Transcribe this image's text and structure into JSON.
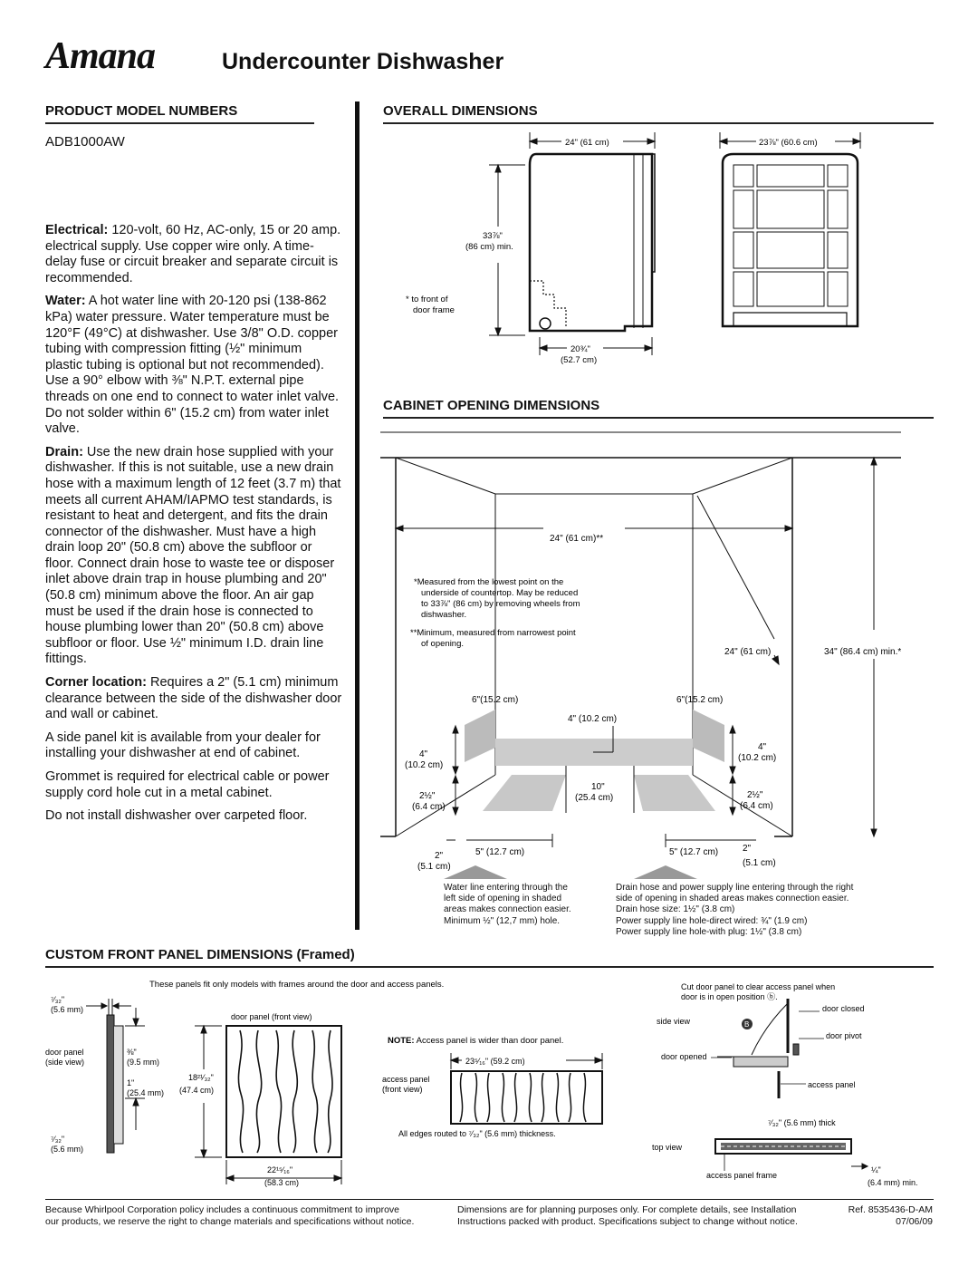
{
  "header": {
    "logo": "Amana",
    "title": "Undercounter Dishwasher"
  },
  "model_section": {
    "heading": "PRODUCT MODEL NUMBERS",
    "model": "ADB1000AW"
  },
  "specs": {
    "electrical_label": "Electrical:",
    "electrical_text": " 120-volt, 60 Hz, AC-only, 15 or 20 amp. electrical supply. Use copper wire only. A time-delay fuse or circuit breaker and separate circuit is recommended.",
    "water_label": "Water:",
    "water_text": " A hot water line with 20-120 psi (138-862 kPa) water pressure. Water temperature must be 120°F (49°C) at dishwasher. Use 3/8\" O.D. copper tubing with compression fitting (½\" minimum plastic tubing is optional but not recommended). Use a 90° elbow with ⅜\" N.P.T. external pipe threads on one end to connect to water inlet valve. Do not solder within 6\" (15.2 cm) from water inlet valve.",
    "drain_label": "Drain:",
    "drain_text": " Use the new drain hose supplied with your dishwasher. If this is not suitable, use a new drain hose with a maximum length of 12 feet (3.7 m) that meets all current AHAM/IAPMO test standards, is resistant to heat and detergent, and fits the drain connector of the dishwasher. Must have a high drain loop 20\" (50.8 cm) above the subfloor or floor. Connect drain hose to waste tee or disposer inlet above drain trap in house plumbing and 20\" (50.8 cm) minimum above the floor. An air gap must be used if the drain hose is connected to house plumbing lower than 20\" (50.8 cm) above subfloor or floor. Use ½\" minimum I.D. drain line fittings.",
    "corner_label": "Corner location:",
    "corner_text": " Requires a 2\" (5.1 cm) minimum clearance between the side of the dishwasher door and wall or cabinet.",
    "side_panel": "A side panel kit is available from your dealer for installing your dishwasher at end of cabinet.",
    "grommet": "Grommet is required for electrical cable or power supply cord hole cut in a metal cabinet.",
    "carpet": "Do not install dishwasher over carpeted floor."
  },
  "overall": {
    "heading": "OVERALL DIMENSIONS",
    "depth": "24\" (61 cm)",
    "width": "23⅞\" (60.6 cm)",
    "height_1": "33⅞\"",
    "height_2": "(86 cm) min.",
    "front_note_1": "* to front of",
    "front_note_2": "door frame",
    "door_1": "20¾\"",
    "door_2": "(52.7 cm)"
  },
  "cabinet": {
    "heading": "CABINET OPENING DIMENSIONS",
    "width_opening": "24\" (61 cm)**",
    "note1": [
      "*Measured from the lowest point on the",
      "underside of countertop. May be reduced",
      "to 33⅞\" (86 cm) by removing wheels from",
      "dishwasher."
    ],
    "note2": [
      "**Minimum, measured from narrowest point",
      "of opening."
    ],
    "depth": "24\" (61 cm)",
    "height": "34\" (86.4 cm) min.*",
    "left_6": "6\"(15.2 cm)",
    "right_6": "6\"(15.2 cm)",
    "center_4": "4\" (10.2 cm)",
    "left_4a": "4\"",
    "left_4b": "(10.2 cm)",
    "right_4a": "4\"",
    "right_4b": "(10.2 cm)",
    "left_25a": "2½\"",
    "left_25b": "(6.4 cm)",
    "right_25a": "2½\"",
    "right_25b": "(6.4 cm)",
    "ten_a": "10\"",
    "ten_b": "(25.4 cm)",
    "left_5": "5\" (12.7 cm)",
    "right_5": "5\" (12.7 cm)",
    "left_2a": "2\"",
    "left_2b": "(5.1 cm)",
    "right_2a": "2\"",
    "right_2b": "(5.1 cm)",
    "water_note": [
      "Water line entering through the",
      "left side of opening in shaded",
      "areas makes connection easier.",
      "Minimum ½\" (12,7 mm) hole."
    ],
    "drain_note": [
      "Drain hose and power supply line entering through the right",
      "side of opening in shaded areas makes connection easier.",
      "Drain hose size: 1½\" (3.8 cm)",
      "Power supply line hole-direct wired: ¾\" (1.9 cm)",
      "Power supply line hole-with plug: 1½\" (3.8 cm)"
    ]
  },
  "custom": {
    "heading": "CUSTOM FRONT PANEL DIMENSIONS (Framed)",
    "intro": "These panels fit only models with frames around the door and access panels.",
    "t1a": "⁷⁄₃₂\"",
    "t1b": "(5.6 mm)",
    "door_side_a": "door panel",
    "door_side_b": "(side view)",
    "d38a": "⅜\"",
    "d38b": "(9.5 mm)",
    "d1a": "1\"",
    "d1b": "(25.4 mm)",
    "t2a": "⁷⁄₃₂\"",
    "t2b": "(5.6 mm)",
    "door_front": "door panel (front view)",
    "h_a": "18²¹⁄₃₂\"",
    "h_b": "(47.4 cm)",
    "w_a": "22¹⁵⁄₁₆\"",
    "w_b": "(58.3 cm)",
    "note_label": "NOTE:",
    "note_text": " Access panel is wider than door panel.",
    "access_w": "23⁵⁄₁₆\" (59.2 cm)",
    "access_a": "access panel",
    "access_b": "(front view)",
    "edges": "All edges routed to ⁷⁄₃₂\" (5.6 mm) thickness.",
    "cut_1": "Cut door panel to clear access panel when",
    "cut_2": "door is in open position ⓑ.",
    "side_view": "side view",
    "door_closed": "door closed",
    "door_pivot": "door pivot",
    "door_opened": "door opened",
    "access_panel": "access panel",
    "thick": "⁷⁄₃₂\" (5.6 mm) thick",
    "top_view": "top view",
    "frame": "access panel frame",
    "q_a": "¼\"",
    "q_b": "(6.4 mm) min.",
    "b_marker": "B"
  },
  "footer": {
    "policy_1": "Because Whirlpool Corporation policy includes a continuous commitment to improve",
    "policy_2": "our products, we reserve the right to change materials and specifications without notice.",
    "dims_1": "Dimensions are for planning purposes only.  For complete details, see Installation",
    "dims_2": "Instructions packed with product.  Specifications subject to change without notice.",
    "ref": "Ref. 8535436-D-AM",
    "date": "07/06/09"
  }
}
